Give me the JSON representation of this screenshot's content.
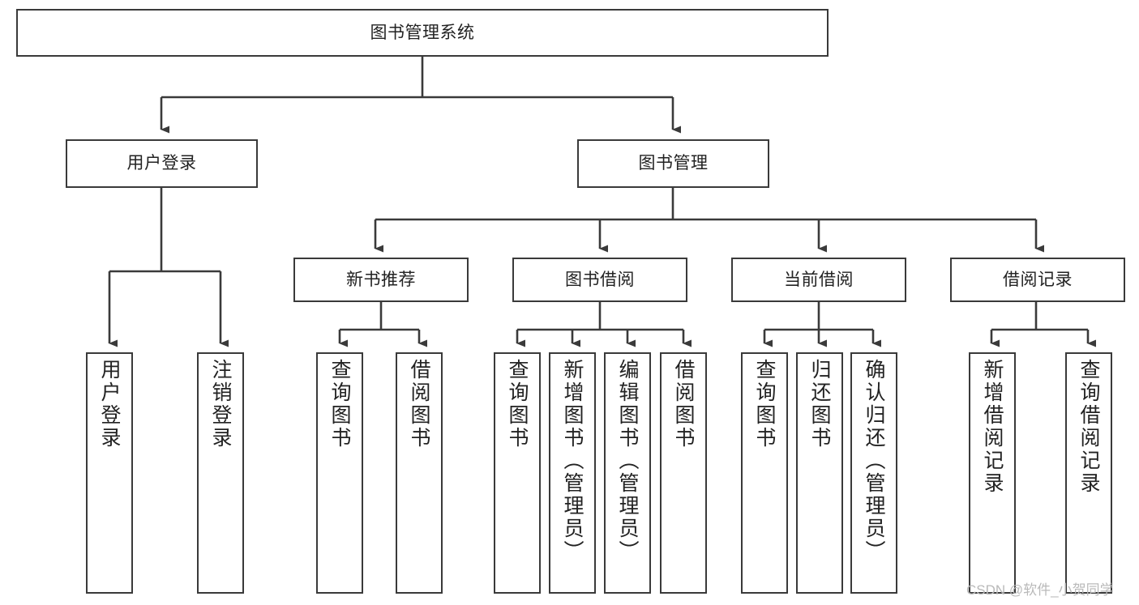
{
  "diagram": {
    "title": "图书管理系统",
    "type": "tree-hierarchy",
    "watermark": "CSDN @软件_小贺同学",
    "colors": {
      "box_border": "#3a3a3a",
      "box_fill": "#ffffff",
      "connector": "#3a3a3a",
      "text": "#222222",
      "background": "#ffffff",
      "watermark": "#b9b9b9"
    },
    "levels": {
      "root": {
        "label": "图书管理系统"
      },
      "level1": [
        {
          "label": "用户登录"
        },
        {
          "label": "图书管理"
        }
      ],
      "level2": [
        {
          "label": "新书推荐"
        },
        {
          "label": "图书借阅"
        },
        {
          "label": "当前借阅"
        },
        {
          "label": "借阅记录"
        }
      ],
      "leaves_user_login": [
        {
          "label": "用户登录"
        },
        {
          "label": "注销登录"
        }
      ],
      "leaves_new_book": [
        {
          "label": "查询图书"
        },
        {
          "label": "借阅图书"
        }
      ],
      "leaves_borrow": [
        {
          "label": "查询图书"
        },
        {
          "label": "新增图书（管理员）"
        },
        {
          "label": "编辑图书（管理员）"
        },
        {
          "label": "借阅图书"
        }
      ],
      "leaves_current": [
        {
          "label": "查询图书"
        },
        {
          "label": "归还图书"
        },
        {
          "label": "确认归还（管理员）"
        }
      ],
      "leaves_record": [
        {
          "label": "新增借阅记录"
        },
        {
          "label": "查询借阅记录"
        }
      ]
    }
  }
}
